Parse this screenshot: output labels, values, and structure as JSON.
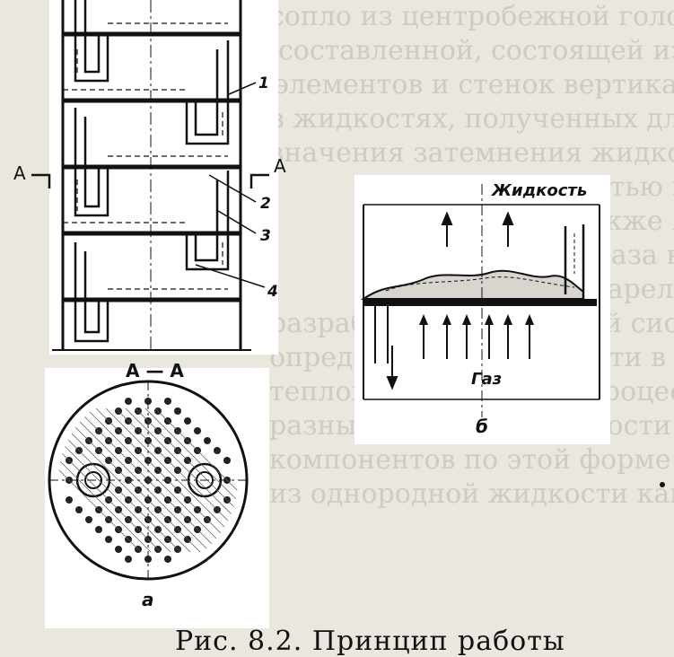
{
  "background_text": [
    "сопло из центробежной головки или",
    "составленной, состоящей из",
    "элементов и стенок вертикальных",
    "в жидкостях, полученных для",
    "значения затемнения жидкости и",
    "жидкостью на перекладине тарелки",
    "также является, подтверждение",
    "газа выходит через отверстия",
    "тарелки, а газ поступает в сторону. И",
    "разработанные в данной системе",
    "определения газа на пути в целом",
    "тепломассообменных процессов",
    "разных смесей из жидкости и газа",
    "компонентов по этой форме",
    "из однородной жидкости как"
  ],
  "labels": {
    "section_left": "А",
    "section_right": "А",
    "callout_1": "1",
    "callout_2": "2",
    "callout_3": "3",
    "callout_4": "4",
    "section_title": "А — А",
    "fig_a": "а",
    "fig_b": "б",
    "liquid": "Жидкость",
    "gas": "Газ"
  },
  "caption": "Рис. 8.2. Принцип работы"
}
